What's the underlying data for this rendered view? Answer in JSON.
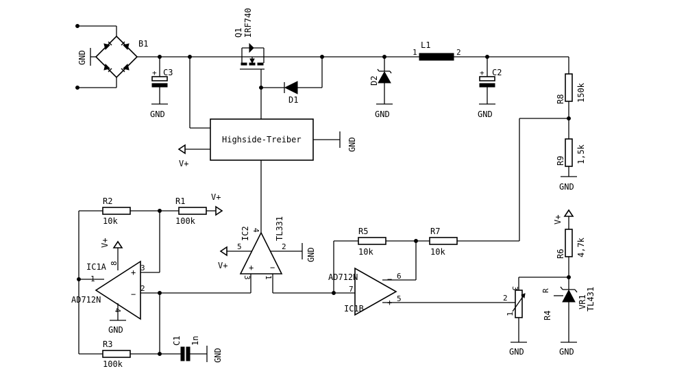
{
  "labels": {
    "gnd": "GND",
    "vplus": "V+",
    "b1": "B1",
    "c3": "C3",
    "c2": "C2",
    "q1": "Q1",
    "q1_type": "IRF740",
    "d1": "D1",
    "d2": "D2",
    "l1": "L1",
    "l1_pin1": "1",
    "l1_pin2": "2",
    "driver": "Highside-Treiber",
    "r8": "R8",
    "r8_val": "150k",
    "r9": "R9",
    "r9_val": "1,5k",
    "r2": "R2",
    "r2_val": "10k",
    "r1": "R1",
    "r1_val": "100k",
    "r3": "R3",
    "r3_val": "100k",
    "c1": "C1",
    "c1_val": "1n",
    "ic1a": "IC1A",
    "ic1a_type": "AD712N",
    "ic2": "IC2",
    "ic2_type": "TL331",
    "r5": "R5",
    "r5_val": "10k",
    "r7": "R7",
    "r7_val": "10k",
    "ic1b": "IC1B",
    "ic1b_type": "AD712N",
    "r6": "R6",
    "r6_val": "4,7k",
    "r4": "R4",
    "vr1": "VR1",
    "vr1_type": "TL431",
    "vr1_pin": "R",
    "plus": "+",
    "minus": "−",
    "pin1": "1",
    "pin2": "2",
    "pin3": "3",
    "pin4": "4",
    "pin5": "5",
    "pin6": "6",
    "pin7": "7",
    "pin8": "8"
  }
}
